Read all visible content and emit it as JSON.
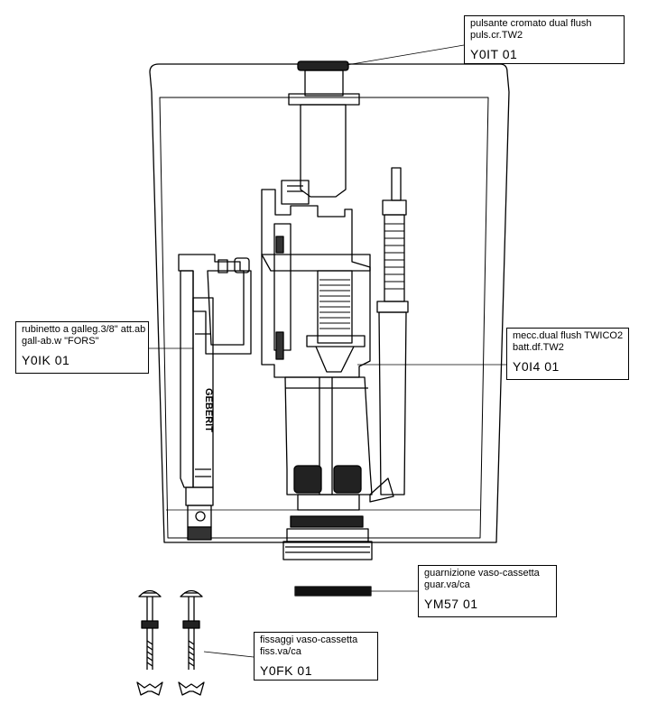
{
  "labels": {
    "pulsante": {
      "desc1": "pulsante cromato dual flush",
      "desc2": "puls.cr.TW2",
      "code": "Y0IT 01"
    },
    "rubinetto": {
      "desc1": "rubinetto a galleg.3/8\" att.ab",
      "desc2": "gall-ab.w  \"FORS\"",
      "code": "Y0IK 01"
    },
    "mecc": {
      "desc1": "mecc.dual flush TWICO2",
      "desc2": "batt.df.TW2",
      "code": "Y0I4 01"
    },
    "guarnizione": {
      "desc1": "guarnizione vaso-cassetta",
      "desc2": "guar.va/ca",
      "code": "YM57 01"
    },
    "fissaggi": {
      "desc1": "fissaggi vaso-cassetta",
      "desc2": "fiss.va/ca",
      "code": "Y0FK 01"
    }
  },
  "brand_mark": "GEBERIT",
  "colors": {
    "line": "#000000",
    "fill": "#ffffff",
    "gasket": "#111111"
  }
}
